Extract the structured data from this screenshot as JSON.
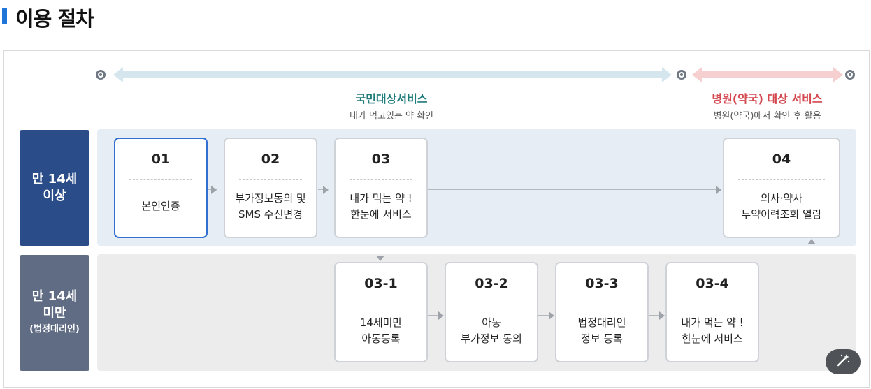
{
  "page": {
    "title": "이용 절차"
  },
  "services": {
    "citizen": {
      "title": "국민대상서비스",
      "subtitle": "내가 먹고있는 약 확인",
      "color": "#1f7b7a"
    },
    "hospital": {
      "title": "병원(약국) 대상 서비스",
      "subtitle": "병원(약국)에서 확인 후 활용",
      "color": "#d4474f"
    }
  },
  "rows": {
    "adult": {
      "line1": "만 14세",
      "line2": "이상"
    },
    "minor": {
      "line1": "만 14세",
      "line2": "미만",
      "line3": "(법정대리인)"
    }
  },
  "steps": [
    {
      "num": "01",
      "line1": "본인인증",
      "line2": ""
    },
    {
      "num": "02",
      "line1": "부가정보동의 및",
      "line2": "SMS 수신변경"
    },
    {
      "num": "03",
      "line1": "내가 먹는 약 !",
      "line2": "한눈에 서비스"
    },
    {
      "num": "04",
      "line1": "의사·약사",
      "line2": "투약이력조회 열람"
    },
    {
      "num": "03-1",
      "line1": "14세미만",
      "line2": "아동등록"
    },
    {
      "num": "03-2",
      "line1": "아동",
      "line2": "부가정보 동의"
    },
    {
      "num": "03-3",
      "line1": "법정대리인",
      "line2": "정보 등록"
    },
    {
      "num": "03-4",
      "line1": "내가 먹는 약 !",
      "line2": "한눈에 서비스"
    }
  ],
  "icons": {
    "floating_button": "magic-wand-icon"
  }
}
